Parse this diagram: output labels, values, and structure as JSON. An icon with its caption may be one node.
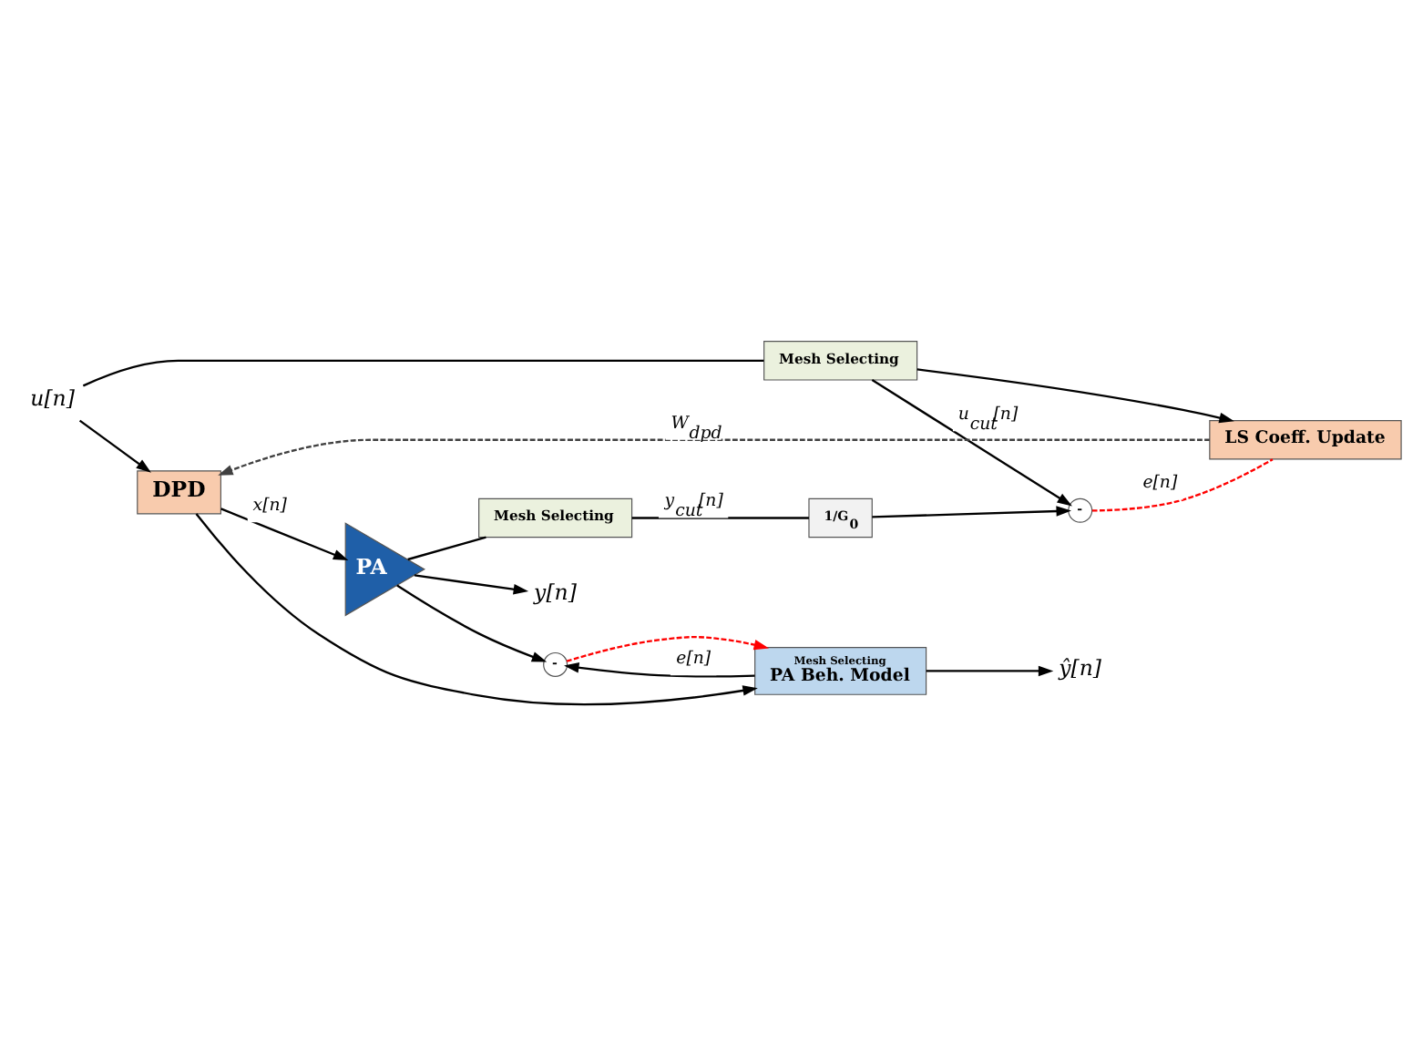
{
  "diagram": {
    "nodes": [
      {
        "text": [
          "DPD"
        ]
      },
      {
        "text": [
          "PA"
        ]
      },
      {
        "text": [
          "Mesh Selecting",
          "PA Beh. Model"
        ]
      },
      {
        "text": [
          "Mesh Selecting"
        ]
      },
      {
        "text": [
          "Mesh Selecting"
        ]
      },
      {
        "text": [
          "LS Coeff. Update"
        ]
      },
      {
        "text": [
          "1/G$_{0}$"
        ]
      },
      {
        "text": [
          "-"
        ]
      },
      {
        "text": [
          "-"
        ]
      },
      {
        "text": [
          "u[n]"
        ]
      },
      {
        "text": [
          "ŷ[n]"
        ]
      },
      {
        "text": [
          "y[n]"
        ]
      }
    ],
    "edges": [
      {
        "from": 9,
        "to": 0,
        "arrow": "to"
      },
      {
        "from": 9,
        "to": 3,
        "arrow": "none"
      },
      {
        "from": 3,
        "to": 5,
        "arrow": "to"
      },
      {
        "from": 3,
        "to": 8,
        "arrow": "to",
        "label": "u$_{cut}$[n]"
      },
      {
        "from": 0,
        "to": 1,
        "arrow": "to",
        "label": "x[n]"
      },
      {
        "from": 0,
        "to": 2,
        "arrow": "to"
      },
      {
        "from": 1,
        "to": 11,
        "arrow": "to"
      },
      {
        "from": 1,
        "to": 7,
        "arrow": "to"
      },
      {
        "from": 1,
        "to": 4,
        "arrow": "none"
      },
      {
        "from": 4,
        "to": 6,
        "arrow": "none",
        "label": "y$_{cut}$[n]"
      },
      {
        "from": 6,
        "to": 8,
        "arrow": "to"
      },
      {
        "from": 2,
        "to": 10,
        "arrow": "to"
      },
      {
        "from": 2,
        "to": 7,
        "arrow": "to",
        "label": "e[n]"
      },
      {
        "from": 7,
        "to": 2,
        "arrow": "to",
        "style": "dashed",
        "color": "#ff0000"
      },
      {
        "from": 8,
        "to": 5,
        "arrow": "none",
        "label": "e[n]",
        "style": "dashed",
        "color": "#ff0000"
      },
      {
        "from": 5,
        "to": 0,
        "arrow": "to",
        "label": "W$_{dpd}$",
        "style": "dashed",
        "color": "#404040"
      }
    ]
  }
}
